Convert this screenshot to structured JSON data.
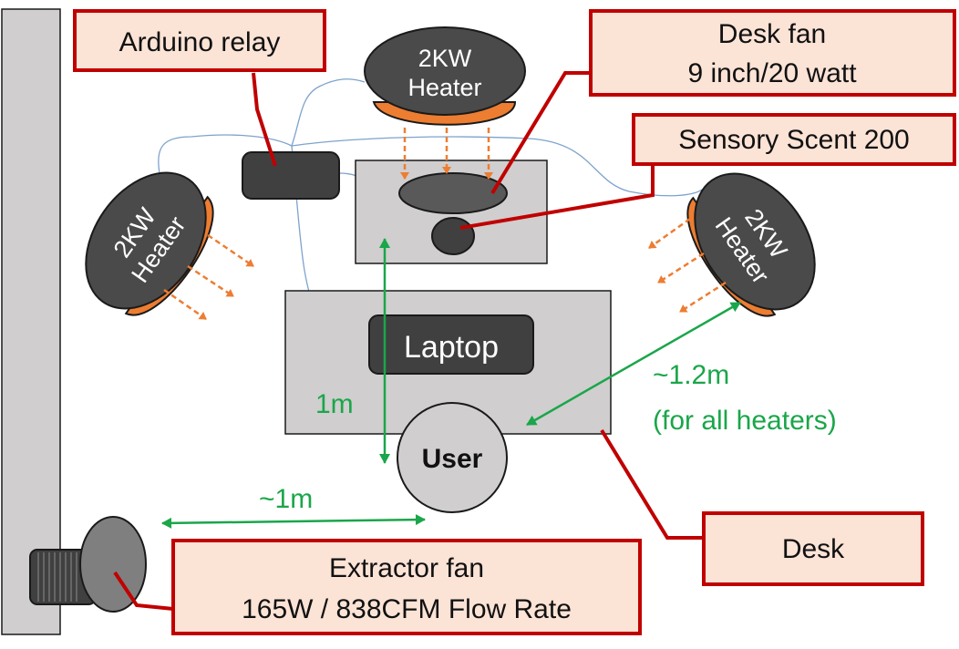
{
  "labels": {
    "arduino_relay": "Arduino relay",
    "desk_fan_line1": "Desk fan",
    "desk_fan_line2": "9 inch/20 watt",
    "sensory_scent": "Sensory Scent 200",
    "desk": "Desk",
    "extractor_line1": "Extractor fan",
    "extractor_line2": "165W / 838CFM Flow Rate",
    "laptop": "Laptop",
    "user": "User"
  },
  "heaters": [
    {
      "line1": "2KW",
      "line2": "Heater"
    },
    {
      "line1": "2KW",
      "line2": "Heater"
    },
    {
      "line1": "2KW",
      "line2": "Heater"
    }
  ],
  "measurements": {
    "user_to_fan": "1m",
    "user_to_extractor": "~1m",
    "heater_distance_line1": "~1.2m",
    "heater_distance_line2": "(for all heaters)"
  },
  "colors": {
    "callout_fill": "#fbe3d6",
    "callout_border": "#c00000",
    "heater_body": "#4a4a4a",
    "heater_ring": "#ed7d31",
    "measure_line": "#1aa64a",
    "desk_fill": "#d0cece",
    "cable": "#7ea3cc"
  }
}
